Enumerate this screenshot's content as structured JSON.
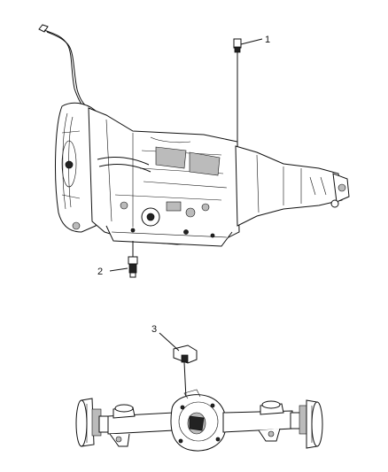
{
  "callouts": [
    {
      "id": "1",
      "label": "1"
    },
    {
      "id": "2",
      "label": "2"
    },
    {
      "id": "3",
      "label": "3"
    }
  ],
  "parts": {
    "transmission": "transmission-assembly",
    "rear_axle": "rear-axle-assembly"
  }
}
